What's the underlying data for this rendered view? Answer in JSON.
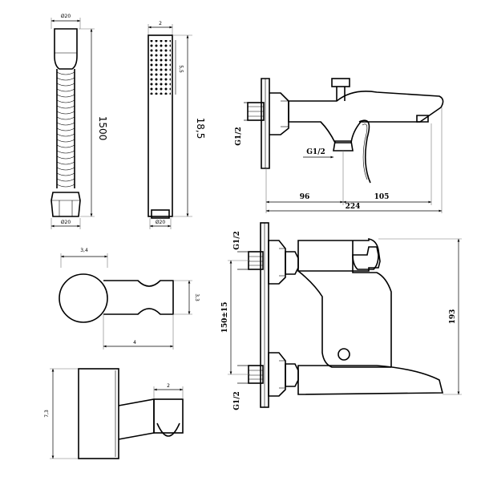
{
  "hose": {
    "top_width_label": "Ø20",
    "length_label": "1500",
    "bottom_width_label": "Ø20"
  },
  "hand_shower": {
    "top_width_label": "2",
    "spray_label": "5,5",
    "length_label": "18,5",
    "bottom_width_label": "Ø20"
  },
  "holder_top": {
    "width_label": "3,4",
    "height_label": "3,3",
    "depth_label": "4"
  },
  "holder_side": {
    "height_label": "7,3",
    "width_label": "2"
  },
  "mixer_top": {
    "inlet_label": "G1/2",
    "outlet_label": "G1/2",
    "dim_left": "96",
    "dim_right": "105",
    "dim_total": "224"
  },
  "mixer_front": {
    "upper_inlet_label": "G1/2",
    "lower_inlet_label": "G1/2",
    "center_distance_label": "150±15",
    "height_label": "193"
  }
}
